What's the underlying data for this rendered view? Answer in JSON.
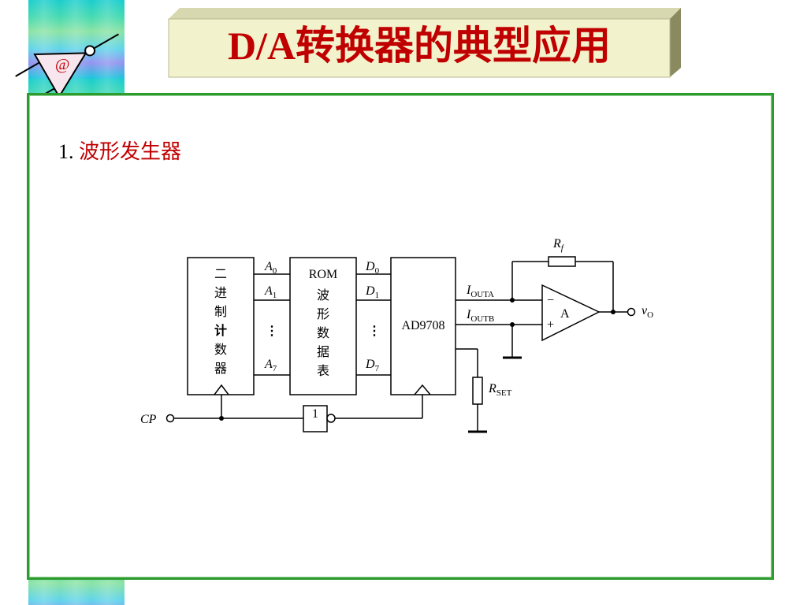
{
  "title": "D/A转换器的典型应用",
  "logo_text": "@",
  "section": {
    "number": "1.",
    "title": "波形发生器"
  },
  "circuit": {
    "counter": {
      "lines": [
        "二",
        "进",
        "制",
        "计",
        "数",
        "器"
      ]
    },
    "address_labels": {
      "a0": "A",
      "a0_sub": "0",
      "a1": "A",
      "a1_sub": "1",
      "a7": "A",
      "a7_sub": "7"
    },
    "rom": {
      "title": "ROM",
      "lines": [
        "波",
        "形",
        "数",
        "据",
        "表"
      ]
    },
    "data_labels": {
      "d0": "D",
      "d0_sub": "0",
      "d1": "D",
      "d1_sub": "1",
      "d7": "D",
      "d7_sub": "7"
    },
    "dac": {
      "name": "AD9708"
    },
    "iouta": {
      "main": "I",
      "sub": "OUTA"
    },
    "ioutb": {
      "main": "I",
      "sub": "OUTB"
    },
    "rf": {
      "main": "R",
      "sub": "f"
    },
    "rset": {
      "main": "R",
      "sub": "SET"
    },
    "opamp": {
      "label": "A",
      "minus": "−",
      "plus": "+"
    },
    "output": {
      "main": "v",
      "sub": "O"
    },
    "clock": {
      "label": "CP"
    },
    "inverter": {
      "label": "1"
    },
    "ellipsis": "⋮"
  },
  "colors": {
    "title_red": "#c00000",
    "frame_green": "#2e9b2e"
  }
}
